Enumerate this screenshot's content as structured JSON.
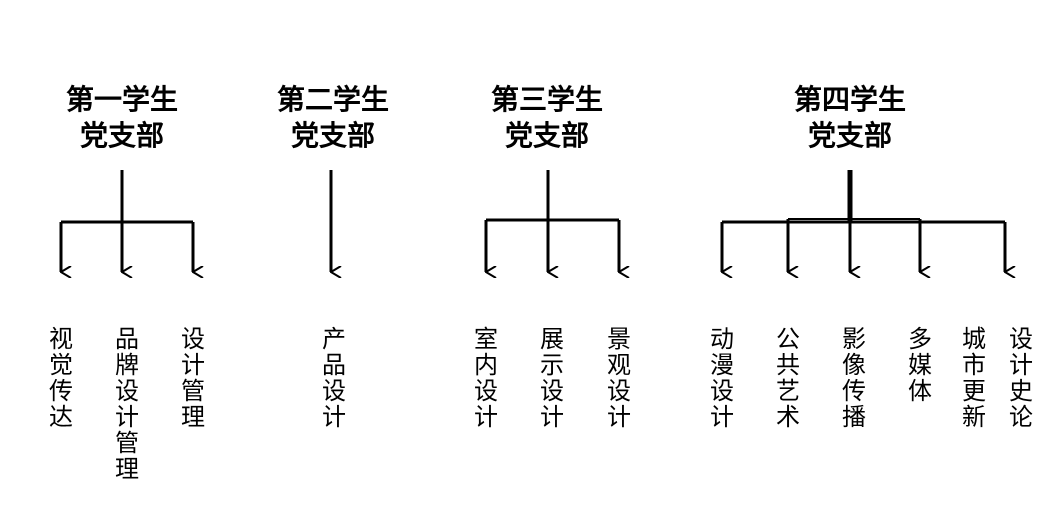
{
  "branches": [
    {
      "title_line1": "第一学生",
      "title_line2": "党支部",
      "majors": [
        "视觉传达",
        "品牌设计管理",
        "设计管理"
      ]
    },
    {
      "title_line1": "第二学生",
      "title_line2": "党支部",
      "majors": [
        "产品设计"
      ]
    },
    {
      "title_line1": "第三学生",
      "title_line2": "党支部",
      "majors": [
        "室内设计",
        "展示设计",
        "景观设计"
      ]
    },
    {
      "title_line1": "第四学生",
      "title_line2": "党支部",
      "majors": [
        "动漫设计",
        "公共艺术",
        "影像传播",
        "多媒体",
        "城市更新",
        "设计史论"
      ]
    }
  ],
  "colors": {
    "line": "#000000",
    "text": "#000000",
    "background": "#ffffff"
  }
}
